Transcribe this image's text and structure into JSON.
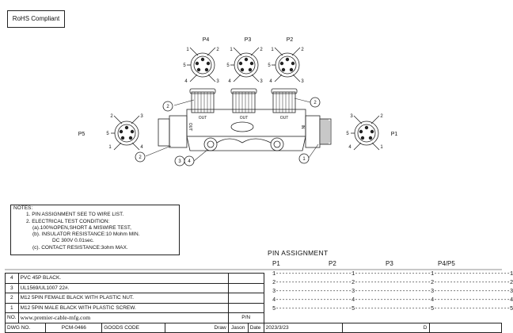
{
  "rohs": "RoHS Compliant",
  "connector_labels": {
    "p1": "P1",
    "p2": "P2",
    "p3": "P3",
    "p4": "P4",
    "p5": "P5"
  },
  "pin_numbers": [
    "1",
    "2",
    "3",
    "4",
    "5"
  ],
  "body_labels": {
    "out": "OUT",
    "in": "IN"
  },
  "callouts": [
    "1",
    "2",
    "2",
    "2",
    "3",
    "4"
  ],
  "notes": {
    "header": "NOTES:",
    "lines": [
      "1. PIN ASSIGNMENT SEE TO WIRE LIST.",
      "2. ELECTRICAL TEST CONDITION:",
      "(a).100%OPEN,SHORT & MISWIRE TEST,",
      "(b). INSULATOR RESISTANCE:10 Mohm MIN.",
      "DC 300V 0.01sec.",
      "(c). CONTACT RESISTANCE:3ohm MAX."
    ]
  },
  "pin_assignment": {
    "title": "PIN  ASSIGNMENT",
    "headers": [
      "P1",
      "P2",
      "P3",
      "P4/P5"
    ],
    "rows": [
      "1------------------------1------------------------1------------------------1",
      "2------------------------2------------------------2------------------------2",
      "3------------------------3------------------------3------------------------3",
      "4------------------------4------------------------4------------------------4",
      "5------------------------5------------------------5------------------------5"
    ]
  },
  "bom": [
    {
      "no": "4",
      "desc": "PVC 45P BLACK."
    },
    {
      "no": "3",
      "desc": "UL1569/UL1007 22#."
    },
    {
      "no": "2",
      "desc": "M12 5PIN FEMALE  BLACK WITH PLASTIC NUT."
    },
    {
      "no": "1",
      "desc": "M12 5PIN MALE  BLACK WITH PLASTIC SCREW."
    }
  ],
  "bom_header": {
    "no": "NO.",
    "website": "www.premier-cable-mfg.com",
    "pn": "P/N"
  },
  "title_block": {
    "dwg_no_label": "DWG NO.",
    "dwg_no": "PCM-0466",
    "goods_code": "GOODS CODE",
    "draw_label": "Draw",
    "drawer": "Jason",
    "date_label": "Date",
    "date": "2023/3/23",
    "d_label": "D"
  }
}
